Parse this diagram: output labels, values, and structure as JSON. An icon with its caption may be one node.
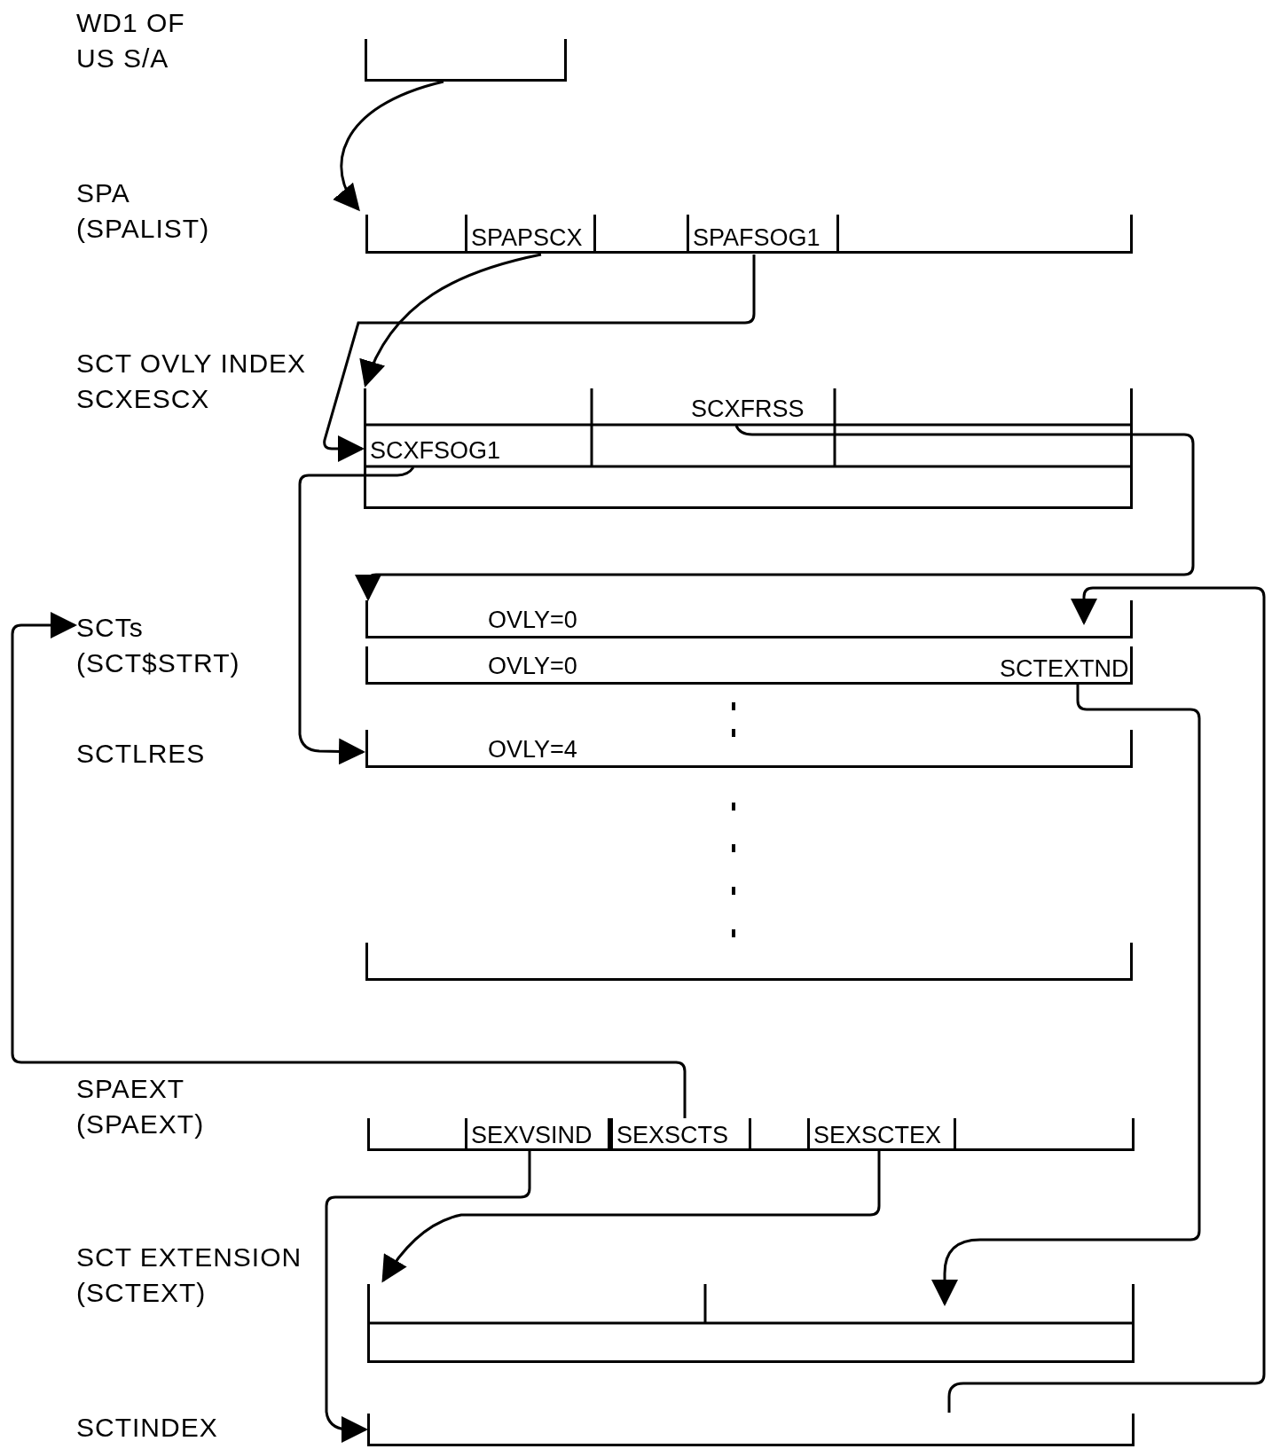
{
  "diagram": {
    "nodes": [
      {
        "text": [],
        "shape": "box"
      },
      {
        "text": [],
        "shape": "box"
      },
      {
        "text": [
          "SPAPSCX"
        ],
        "in": 1
      },
      {
        "text": [
          "SPAFSOG1"
        ],
        "in": 1
      },
      {
        "text": [],
        "shape": "box"
      },
      {
        "text": [
          "SCXFRSS"
        ],
        "in": 4
      },
      {
        "text": [
          "SCXFSOG1"
        ],
        "in": 4
      },
      {
        "text": [
          "SCTs (SCT$STRT)"
        ]
      },
      {
        "text": [
          "OVLY=0"
        ]
      },
      {
        "text": [
          "OVLY=0"
        ]
      },
      {
        "text": [
          "SCTEXTND"
        ],
        "in": 9
      },
      {
        "text": [
          "OVLY=4"
        ]
      },
      {
        "text": [],
        "shape": "box"
      },
      {
        "text": [],
        "shape": "box"
      },
      {
        "text": [
          "SEXVSIND"
        ],
        "in": 13
      },
      {
        "text": [
          "SEXSCTS"
        ],
        "in": 13
      },
      {
        "text": [
          "SEXSCTEX"
        ],
        "in": 13
      },
      {
        "text": [],
        "shape": "box"
      },
      {
        "text": [],
        "shape": "box"
      }
    ],
    "edges": [
      {
        "from": 0,
        "to": 1,
        "arrow": "to"
      },
      {
        "from": 2,
        "to": 4,
        "arrow": "to"
      },
      {
        "from": 3,
        "to": 6,
        "arrow": "to"
      },
      {
        "from": 5,
        "to": 8,
        "arrow": "to"
      },
      {
        "from": 6,
        "to": 11,
        "arrow": "to"
      },
      {
        "from": 18,
        "to": 8,
        "arrow": "to"
      },
      {
        "from": 10,
        "to": 17,
        "arrow": "to"
      },
      {
        "from": 14,
        "to": 18,
        "arrow": "to"
      },
      {
        "from": 15,
        "to": 7,
        "arrow": "to"
      },
      {
        "from": 16,
        "to": 17,
        "arrow": "to"
      }
    ],
    "labels": [
      "WD1 OF US S/A",
      "SPA (SPALIST)",
      "SCT OVLY INDEX SCXESCX",
      "SCTLRES",
      "SPAEXT (SPAEXT)",
      "SCT EXTENSION (SCTEXT)",
      "SCTINDEX"
    ]
  }
}
